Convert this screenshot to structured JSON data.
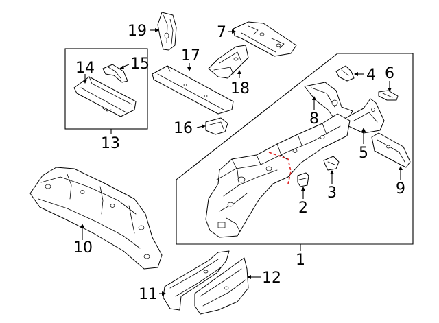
{
  "callouts": {
    "c1": "1",
    "c2": "2",
    "c3": "3",
    "c4": "4",
    "c5": "5",
    "c6": "6",
    "c7": "7",
    "c8": "8",
    "c9": "9",
    "c10": "10",
    "c11": "11",
    "c12": "12",
    "c13": "13",
    "c14": "14",
    "c15": "15",
    "c16": "16",
    "c17": "17",
    "c18": "18",
    "c19": "19"
  },
  "colors": {
    "line": "#000000",
    "background": "#ffffff",
    "cut_mark": "#e02020"
  }
}
